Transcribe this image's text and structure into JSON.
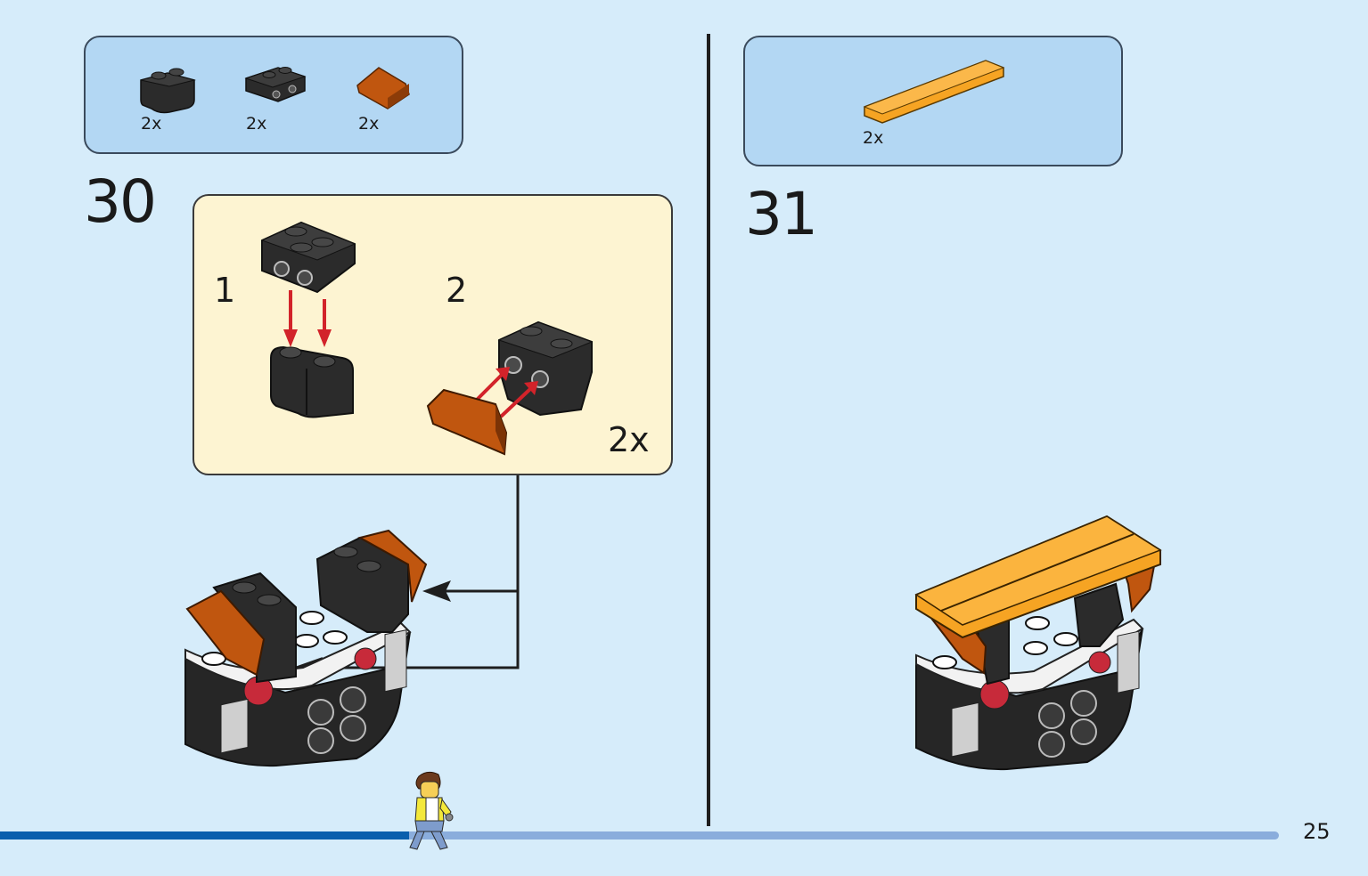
{
  "left_step": {
    "number": "30",
    "parts": [
      {
        "name": "black 1x2 rounded brick",
        "qty": "2x"
      },
      {
        "name": "black 1x2 bracket plate with studs on side",
        "qty": "2x"
      },
      {
        "name": "orange 1x2 slope",
        "qty": "2x"
      }
    ],
    "sub_assembly": {
      "steps": [
        "1",
        "2"
      ],
      "multiplier": "2x"
    }
  },
  "right_step": {
    "number": "31",
    "parts": [
      {
        "name": "bright light orange 1x6 tile",
        "qty": "2x"
      }
    ]
  },
  "footer": {
    "page_number": "25",
    "progress_fraction": 0.32
  },
  "colors": {
    "page_bg": "#d6ecfa",
    "parts_box": "#b3d7f3",
    "sub_box": "#fdf4d2",
    "progress_fill": "#0a5fad",
    "progress_track": "#8aaddc",
    "brick_black": "#2b2b2b",
    "brick_orange": "#c0560f",
    "tile_orange": "#f6a423",
    "arrow_red": "#d2232a"
  }
}
